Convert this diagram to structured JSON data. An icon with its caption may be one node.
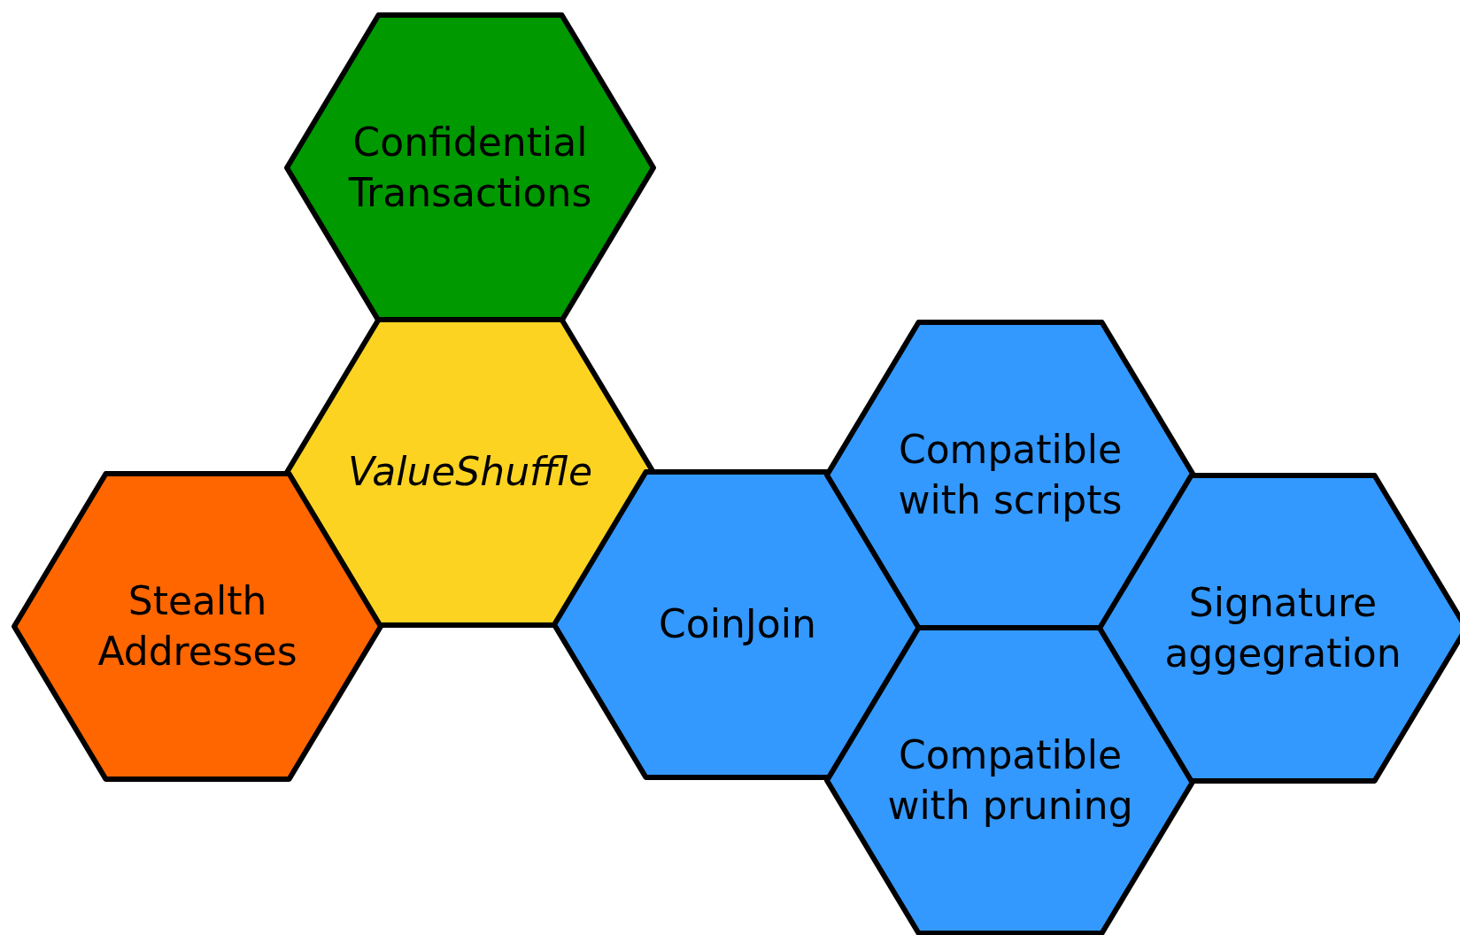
{
  "diagram": {
    "nodes": [
      {
        "text": [
          "Confidential Transactions"
        ]
      },
      {
        "text": [
          "ValueShuffle"
        ]
      },
      {
        "text": [
          "Stealth Addresses"
        ]
      },
      {
        "text": [
          "CoinJoin"
        ]
      },
      {
        "text": [
          "Compatible with scripts"
        ]
      },
      {
        "text": [
          "Compatible with pruning"
        ]
      },
      {
        "text": [
          "Signature aggegration"
        ]
      }
    ]
  }
}
